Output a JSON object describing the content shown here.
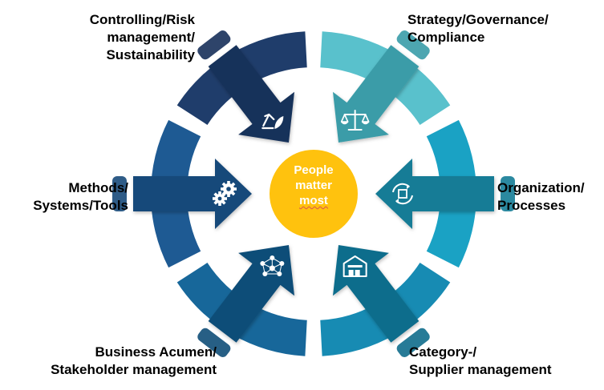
{
  "center": {
    "lines": [
      "People",
      "matter",
      "most"
    ],
    "color": "#FFC20E"
  },
  "segments": [
    {
      "key": "controlling",
      "lines": [
        "Controlling/Risk",
        "management/",
        "Sustainability"
      ],
      "ring_color": "#1F3D6B",
      "arrow_color": "#17305A",
      "label_color": "#1F3864",
      "icon": "recycle-leaf-icon"
    },
    {
      "key": "strategy",
      "lines": [
        "Strategy/Governance/",
        "Compliance"
      ],
      "ring_color": "#59C1CC",
      "arrow_color": "#3A9CA8",
      "label_color": "#4BB7C6",
      "icon": "scales-icon"
    },
    {
      "key": "organization",
      "lines": [
        "Organization/",
        "Processes"
      ],
      "ring_color": "#1AA2C4",
      "arrow_color": "#147C96",
      "label_color": "#1899BD",
      "icon": "process-cycle-icon"
    },
    {
      "key": "category",
      "lines": [
        "Category-/",
        "Supplier management"
      ],
      "ring_color": "#178BB3",
      "arrow_color": "#106D8C",
      "label_color": "#156F9E",
      "icon": "warehouse-icon"
    },
    {
      "key": "business",
      "lines": [
        "Business Acumen/",
        "Stakeholder management"
      ],
      "ring_color": "#17679A",
      "arrow_color": "#104E78",
      "label_color": "#155A8A",
      "icon": "network-people-icon"
    },
    {
      "key": "methods",
      "lines": [
        "Methods/",
        "Systems/Tools"
      ],
      "ring_color": "#1E5A93",
      "arrow_color": "#184A7A",
      "label_color": "#1F4E79",
      "icon": "gears-icon"
    }
  ]
}
